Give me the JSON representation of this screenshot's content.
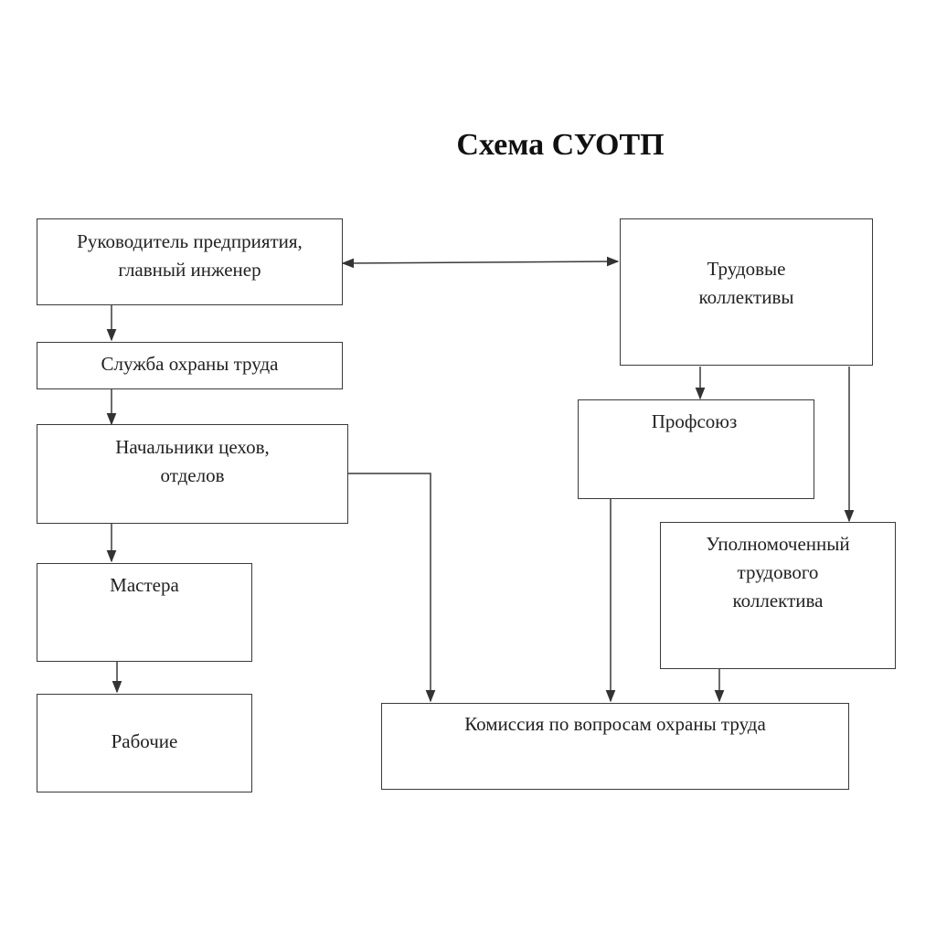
{
  "title": "Схема СУОТП",
  "nodes": {
    "director": [
      "Руководитель предприятия,",
      "главный инженер"
    ],
    "safety_service": [
      "Служба охраны труда"
    ],
    "heads": [
      "Начальники цехов,",
      "отделов"
    ],
    "masters": [
      "Мастера"
    ],
    "workers": [
      "Рабочие"
    ],
    "collectives": [
      "Трудовые",
      "коллективы"
    ],
    "union": [
      "Профсоюз"
    ],
    "representative": [
      "Уполномоченный",
      "трудового",
      "коллектива"
    ],
    "commission": [
      "Комиссия по вопросам охраны труда"
    ]
  },
  "edges": [
    {
      "from": "director",
      "to": "collectives",
      "kind": "bidirectional"
    },
    {
      "from": "director",
      "to": "safety_service"
    },
    {
      "from": "safety_service",
      "to": "heads"
    },
    {
      "from": "heads",
      "to": "masters"
    },
    {
      "from": "masters",
      "to": "workers"
    },
    {
      "from": "collectives",
      "to": "union"
    },
    {
      "from": "collectives",
      "to": "representative"
    },
    {
      "from": "heads",
      "to": "commission"
    },
    {
      "from": "union",
      "to": "commission"
    },
    {
      "from": "representative",
      "to": "commission"
    }
  ]
}
